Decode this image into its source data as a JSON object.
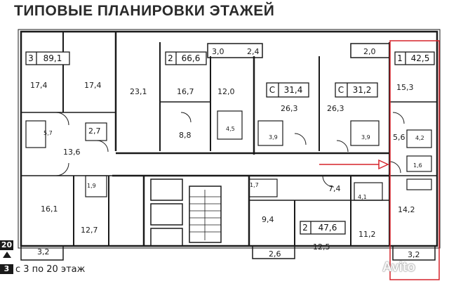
{
  "title": "ТИПОВЫЕ ПЛАНИРОВКИ ЭТАЖЕЙ",
  "floors_note": "с 3 по 20 этаж",
  "level_top": "20",
  "level_bottom": "3",
  "watermark": "Avito",
  "highlight_color": "#d6232a",
  "apartments": [
    {
      "rooms": "3",
      "area": "89,1"
    },
    {
      "rooms": "2",
      "area": "66,6"
    },
    {
      "rooms": "С",
      "area": "31,4"
    },
    {
      "rooms": "С",
      "area": "31,2"
    },
    {
      "rooms": "1",
      "area": "42,5"
    },
    {
      "rooms": "2",
      "area": "47,6"
    }
  ],
  "room_labels": {
    "r1": "17,4",
    "r2": "17,4",
    "r3": "23,1",
    "r4": "16,7",
    "r5": "12,0",
    "r6": "3,0",
    "r7": "2,4",
    "r8": "26,3",
    "r9": "26,3",
    "r10": "2,0",
    "r11": "15,3",
    "r12": "5,7",
    "r13": "2,7",
    "r14": "13,6",
    "r15": "8,8",
    "r16": "4,5",
    "r17": "3,9",
    "r18": "3,9",
    "r19": "5,6",
    "r20": "4,2",
    "r21": "1,6",
    "r22": "1,9",
    "r23": "1,7",
    "r24": "7,4",
    "r25": "4,1",
    "r26": "16,1",
    "r27": "12,7",
    "r28": "9,4",
    "r29": "11,2",
    "r30": "14,2",
    "r31": "12,5",
    "r32": "3,2",
    "r33": "2,6",
    "r34": "3,2"
  }
}
